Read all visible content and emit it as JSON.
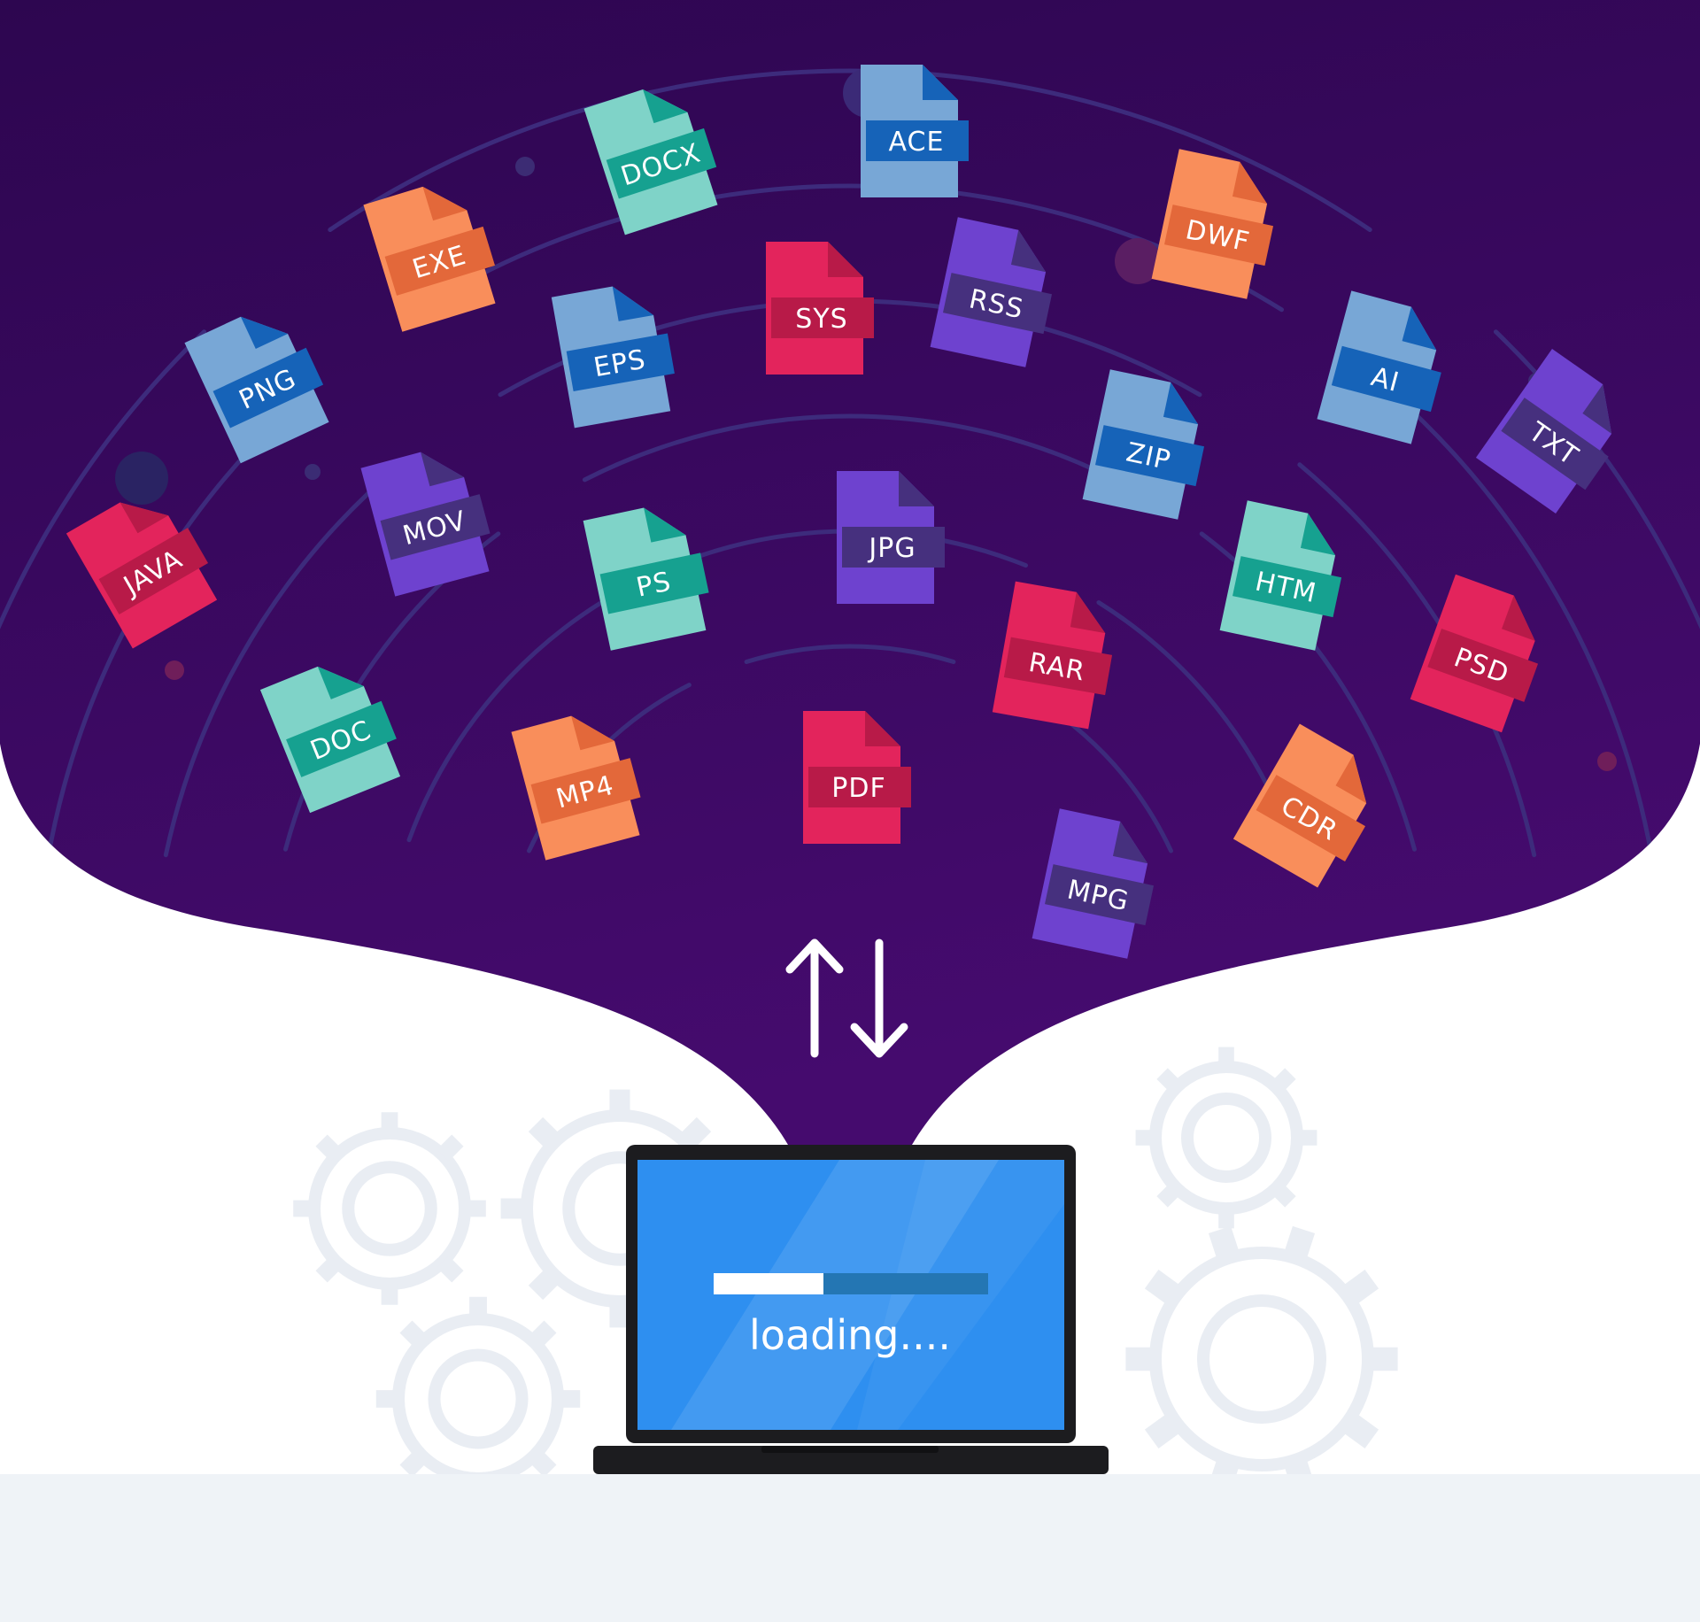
{
  "scene": {
    "colors": {
      "background_top": "#2d0650",
      "background_bottom": "#450b6e",
      "orange": "#f98e5b",
      "orange_dark": "#e3683a",
      "teal": "#7fd3c8",
      "teal_dark": "#16a190",
      "blue": "#78a7d6",
      "blue_dark": "#1663b8",
      "red": "#e3245c",
      "red_dark": "#b81a48",
      "purple": "#6e42cf",
      "purple_dark": "#46307e",
      "screen": "#2e8ff0",
      "laptop_body": "#1c1c1f",
      "floor": "#eff3f7"
    }
  },
  "files": [
    {
      "label": "ACE",
      "color": "blue"
    },
    {
      "label": "DOCX",
      "color": "teal"
    },
    {
      "label": "EXE",
      "color": "orange"
    },
    {
      "label": "DWF",
      "color": "orange"
    },
    {
      "label": "SYS",
      "color": "red"
    },
    {
      "label": "RSS",
      "color": "purple"
    },
    {
      "label": "EPS",
      "color": "blue"
    },
    {
      "label": "PNG",
      "color": "blue"
    },
    {
      "label": "AI",
      "color": "blue"
    },
    {
      "label": "TXT",
      "color": "purple"
    },
    {
      "label": "ZIP",
      "color": "blue"
    },
    {
      "label": "JAVA",
      "color": "red"
    },
    {
      "label": "MOV",
      "color": "purple"
    },
    {
      "label": "JPG",
      "color": "purple"
    },
    {
      "label": "PS",
      "color": "teal"
    },
    {
      "label": "HTM",
      "color": "teal"
    },
    {
      "label": "PSD",
      "color": "red"
    },
    {
      "label": "RAR",
      "color": "red"
    },
    {
      "label": "DOC",
      "color": "teal"
    },
    {
      "label": "PDF",
      "color": "red"
    },
    {
      "label": "MP4",
      "color": "orange"
    },
    {
      "label": "CDR",
      "color": "orange"
    },
    {
      "label": "MPG",
      "color": "purple"
    }
  ],
  "transfer": {
    "icon": "up-down-arrows-icon"
  },
  "laptop": {
    "loading_text": "loading....",
    "progress": 0.4
  }
}
